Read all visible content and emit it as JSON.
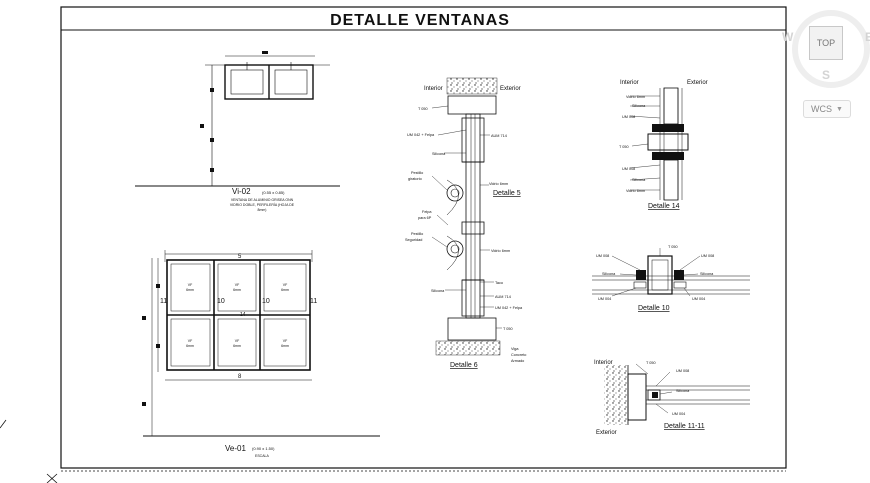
{
  "sheet": {
    "title": "DETALLE VENTANAS"
  },
  "elevation_top": {
    "label": "Vi-02",
    "scale": "(0.55 x 0.85)",
    "note_1": "VENTANA DE ALUMINIO GRISEA ONN",
    "note_2": "VIDRIO DOBLE, PERFILERÍA (HOJA DE",
    "note_3": "8mm)"
  },
  "elevation_bottom": {
    "label": "Ve-01",
    "scale": "(0.90 x 1.50)",
    "note": "ESCALA",
    "dim_top": "5",
    "dim_bottom": "8",
    "dim_left": "11",
    "dim_right": "11",
    "dim_mid_1": "10",
    "dim_mid_2": "10",
    "dim_center": "14",
    "pane_label_1": "VF",
    "pane_label_2": "6mm"
  },
  "detail_5_6": {
    "interior": "Interior",
    "exterior": "Exterior",
    "t050_top": "T 050",
    "um_top": "UM 042 + Felpa",
    "aum_top": "AUM 714",
    "silicona_1": "Silicona",
    "pestillo_1": "Pestillo",
    "pestillo_2": "giratorio",
    "vidrio_1": "Vidrio 6mm",
    "detalle_5": "Detalle 5",
    "felpa_1": "Felpa",
    "felpa_2": "para 6P",
    "pestillo_3": "Pestillo",
    "pestillo_4": "Seguridad",
    "vidrio_2": "Vidrio 6mm",
    "silicona_2": "Silicona",
    "taco": "Taco",
    "aum_bottom": "AUM 714",
    "um_bottom": "UM 042 + Felpa",
    "t050_bottom": "T 050",
    "viga_1": "Viga",
    "viga_2": "Concreto",
    "viga_3": "Armado",
    "detalle_6": "Detalle 6"
  },
  "detail_14": {
    "interior": "Interior",
    "exterior": "Exterior",
    "vidrio_1": "Vidrio 6mm",
    "silicona_1": "Silicona",
    "um_1": "UM 008",
    "t050": "T 050",
    "um_2": "UM 008",
    "silicona_2": "Silicona",
    "vidrio_2": "Vidrio 6mm",
    "title": "Detalle 14"
  },
  "detail_10": {
    "t050": "T 050",
    "um_tl": "UM 008",
    "um_tr": "UM 008",
    "silicona_l": "Silicona",
    "silicona_r": "Silicona",
    "um_bl": "UM 004",
    "um_br": "UM 004",
    "title": "Detalle 10"
  },
  "detail_11": {
    "interior": "Interior",
    "exterior": "Exterior",
    "t050": "T 050",
    "um_top": "UM 008",
    "silicona": "Silicona",
    "um_bottom": "UM 004",
    "title": "Detalle 11-11"
  },
  "viewcube": {
    "face": "TOP",
    "west": "W",
    "east": "E",
    "south": "S",
    "ucs": "WCS"
  }
}
